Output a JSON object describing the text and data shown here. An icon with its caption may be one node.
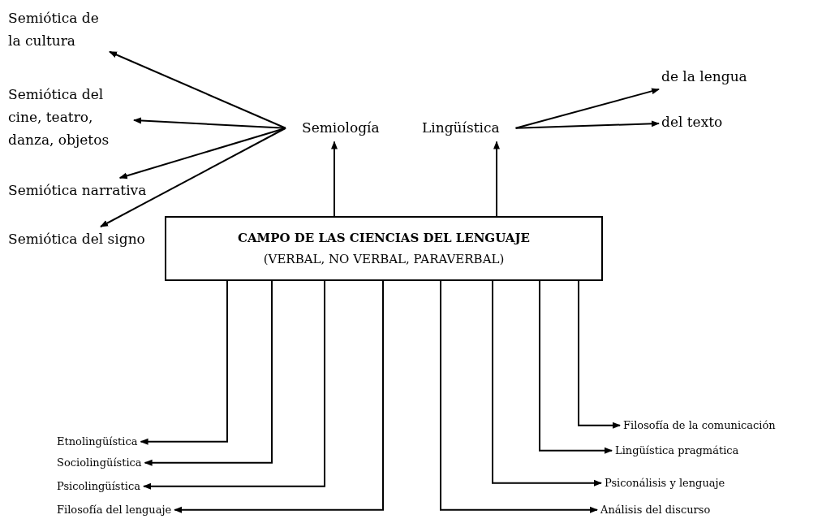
{
  "diagram": {
    "nodes": [
      {
        "text": [
          "Semiótica de la cultura"
        ]
      },
      {
        "text": [
          "Semiótica del cine, teatro, danza, objetos"
        ]
      },
      {
        "text": [
          "Semiótica narrativa"
        ]
      },
      {
        "text": [
          "Semiótica del signo"
        ]
      },
      {
        "text": [
          "Semiología"
        ]
      },
      {
        "text": [
          "Lingüística"
        ]
      },
      {
        "text": [
          "de la lengua"
        ]
      },
      {
        "text": [
          "del texto"
        ]
      },
      {
        "text": [
          "CAMPO DE LAS CIENCIAS DEL LENGUAJE",
          "(VERBAL, NO VERBAL, PARAVERBAL)"
        ]
      },
      {
        "text": [
          "Etnolingüística"
        ]
      },
      {
        "text": [
          "Sociolingüística"
        ]
      },
      {
        "text": [
          "Psicolingüística"
        ]
      },
      {
        "text": [
          "Filosofía del lenguaje"
        ]
      },
      {
        "text": [
          "Filosofía de la comunicación"
        ]
      },
      {
        "text": [
          "Lingüística pragmática"
        ]
      },
      {
        "text": [
          "Psiconálisis y lenguaje"
        ]
      },
      {
        "text": [
          "Análisis del discurso"
        ]
      }
    ],
    "edges": [
      {
        "from": 4,
        "to": 0,
        "arrow": "to"
      },
      {
        "from": 4,
        "to": 1,
        "arrow": "to"
      },
      {
        "from": 4,
        "to": 2,
        "arrow": "to"
      },
      {
        "from": 4,
        "to": 3,
        "arrow": "to"
      },
      {
        "from": 8,
        "to": 4,
        "arrow": "to"
      },
      {
        "from": 8,
        "to": 5,
        "arrow": "to"
      },
      {
        "from": 5,
        "to": 6,
        "arrow": "to"
      },
      {
        "from": 5,
        "to": 7,
        "arrow": "to"
      },
      {
        "from": 8,
        "to": 9,
        "arrow": "to"
      },
      {
        "from": 8,
        "to": 10,
        "arrow": "to"
      },
      {
        "from": 8,
        "to": 11,
        "arrow": "to"
      },
      {
        "from": 8,
        "to": 12,
        "arrow": "to"
      },
      {
        "from": 8,
        "to": 13,
        "arrow": "to"
      },
      {
        "from": 8,
        "to": 14,
        "arrow": "to"
      },
      {
        "from": 8,
        "to": 15,
        "arrow": "to"
      },
      {
        "from": 8,
        "to": 16,
        "arrow": "to"
      }
    ]
  }
}
